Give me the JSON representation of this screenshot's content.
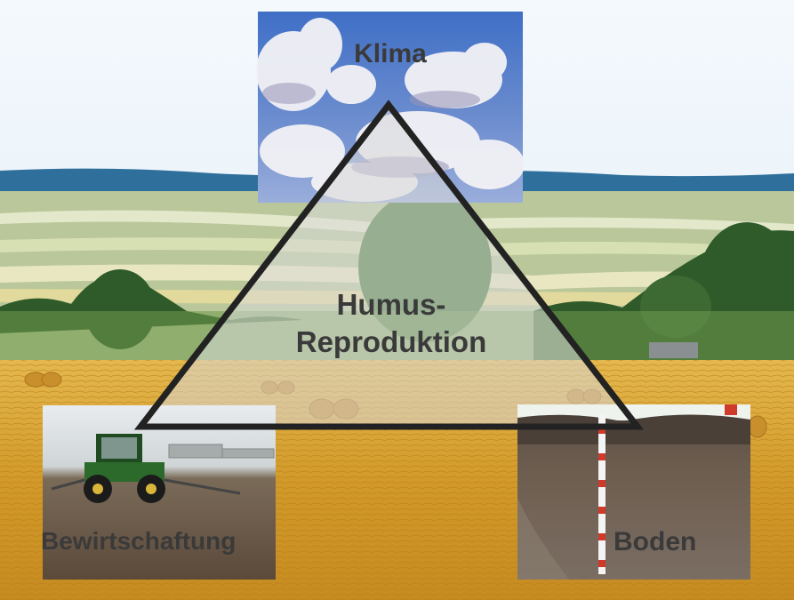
{
  "diagram": {
    "top_label": "Klima",
    "center_label_line1": "Humus-",
    "center_label_line2": "Reproduktion",
    "bottom_left_label": "Bewirtschaftung",
    "bottom_right_label": "Boden"
  },
  "colors": {
    "sky": "#eef6fb",
    "hills": "#2f6f9b",
    "field": "#d9a93a",
    "triangle_stroke": "#222222",
    "label_text": "#3a3a3a"
  }
}
